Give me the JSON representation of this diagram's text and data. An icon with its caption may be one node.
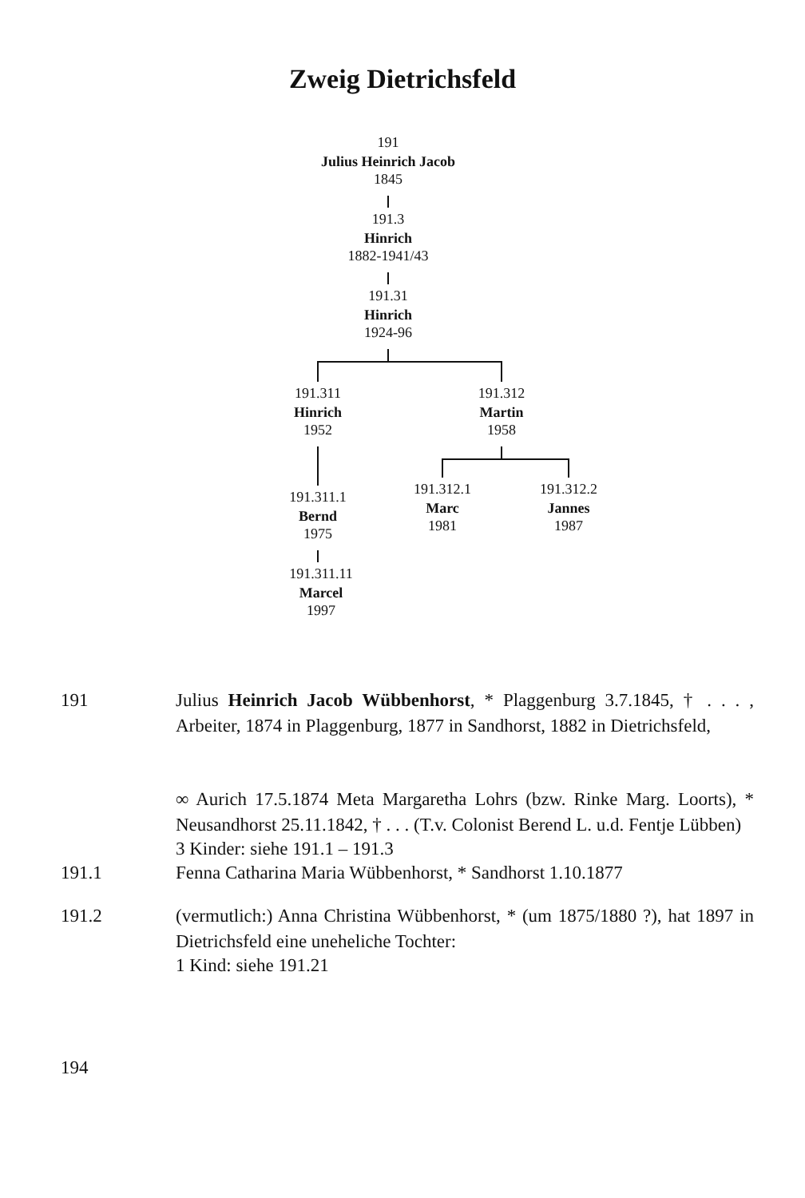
{
  "diagram": {
    "title": "Zweig Dietrichsfeld",
    "nodes": [
      {
        "text": [
          "191",
          "Julius Heinrich Jacob",
          "1845"
        ]
      },
      {
        "text": [
          "191.3",
          "Hinrich",
          "1882-1941/43"
        ]
      },
      {
        "text": [
          "191.31",
          "Hinrich",
          "1924-96"
        ]
      },
      {
        "text": [
          "191.311",
          "Hinrich",
          "1952"
        ]
      },
      {
        "text": [
          "191.312",
          "Martin",
          "1958"
        ]
      },
      {
        "text": [
          "191.311.1",
          "Bernd",
          "1975"
        ]
      },
      {
        "text": [
          "191.312.1",
          "Marc",
          "1981"
        ]
      },
      {
        "text": [
          "191.312.2",
          "Jannes",
          "1987"
        ]
      },
      {
        "text": [
          "191.311.11",
          "Marcel",
          "1997"
        ]
      }
    ],
    "edges": [
      {
        "from": 0,
        "to": 1,
        "arrow": "none"
      },
      {
        "from": 1,
        "to": 2,
        "arrow": "none"
      },
      {
        "from": 2,
        "to": 3,
        "arrow": "none"
      },
      {
        "from": 2,
        "to": 4,
        "arrow": "none"
      },
      {
        "from": 3,
        "to": 5,
        "arrow": "none"
      },
      {
        "from": 4,
        "to": 6,
        "arrow": "none"
      },
      {
        "from": 4,
        "to": 7,
        "arrow": "none"
      },
      {
        "from": 5,
        "to": 8,
        "arrow": "none"
      }
    ],
    "labels": [
      "191",
      "Julius **Heinrich Jacob Wübbenhorst**, * Plaggenburg 3.7.1845, † . . . , Arbeiter, 1874 in Plaggenburg, 1877 in Sandhorst, 1882 in Dietrichsfeld,",
      "∞ Aurich 17.5.1874 Meta Margaretha Lohrs (bzw. Rinke Marg. Loorts), * Neusandhorst 25.11.1842, † . . . (T.v. Colonist Berend L. u.d. Fentje Lübben)",
      "3 Kinder: siehe 191.1 – 191.3",
      "191.1",
      "Fenna Catharina Maria Wübbenhorst, * Sandhorst 1.10.1877",
      "191.2",
      "(vermutlich:) Anna Christina Wübbenhorst, * (um 1875/1880 ?), hat 1897 in Dietrichsfeld eine uneheliche Tochter:",
      "1 Kind: siehe 191.21",
      "194"
    ]
  }
}
